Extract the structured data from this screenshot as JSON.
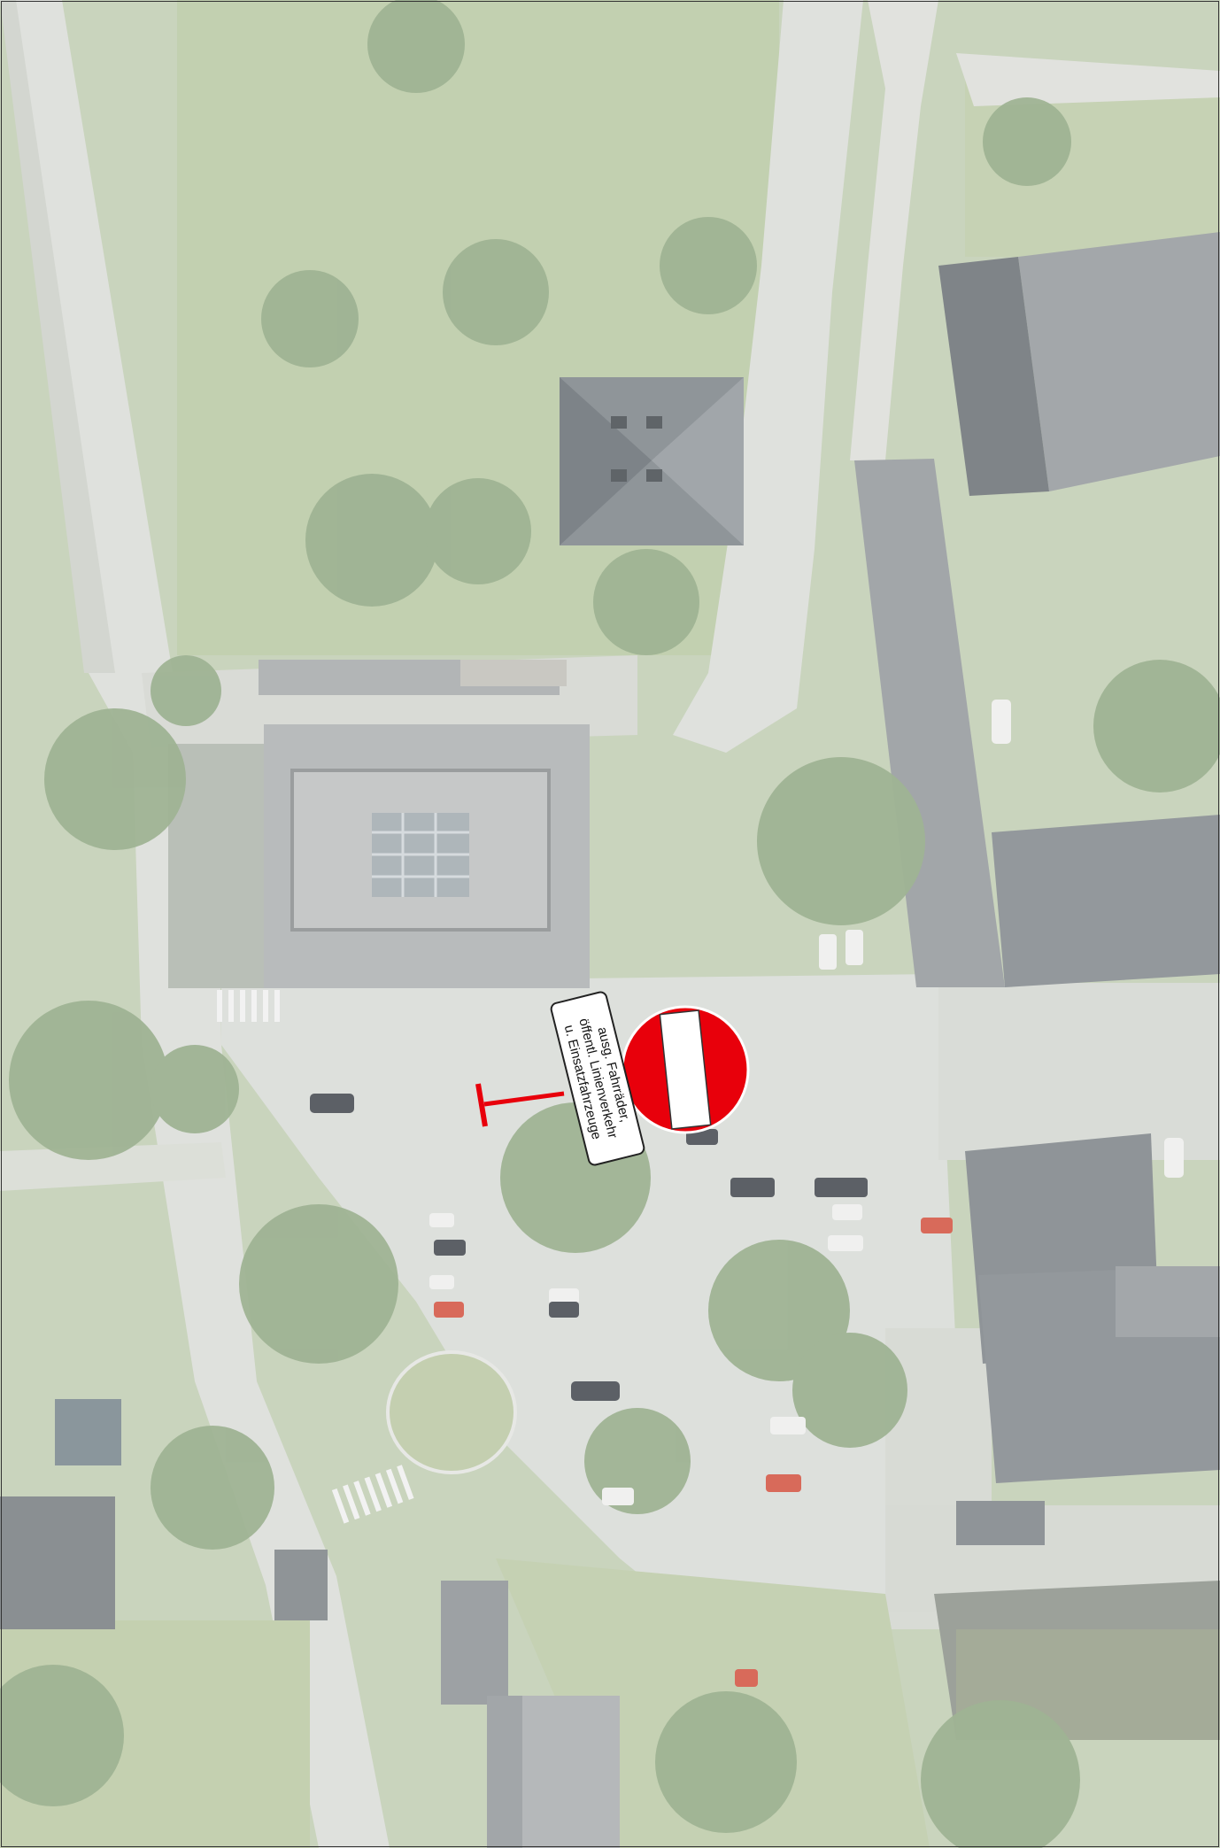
{
  "sign": {
    "type": "no-entry",
    "color": "#e8000b",
    "bar_color": "#ffffff",
    "exception_lines": [
      "ausg. Fahrräder,",
      "öffentl. Linienverkehr",
      "u. Einsatzfahrzeuge"
    ]
  },
  "barrier": {
    "color": "#e8000b"
  }
}
